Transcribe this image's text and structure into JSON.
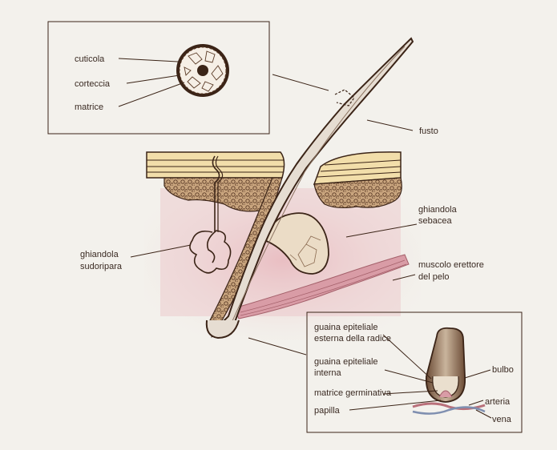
{
  "inset_cross_section": {
    "labels": {
      "cuticle": "cuticola",
      "cortex": "corteccia",
      "medulla": "matrice"
    }
  },
  "main_labels": {
    "shaft": "fusto",
    "sebaceous_gland_line1": "ghiandola",
    "sebaceous_gland_line2": "sebacea",
    "sweat_gland_line1": "ghiandola",
    "sweat_gland_line2": "sudoripara",
    "arrector_muscle_line1": "muscolo erettore",
    "arrector_muscle_line2": "del pelo"
  },
  "inset_bulb": {
    "labels": {
      "outer_sheath_line1": "guaina epiteliale",
      "outer_sheath_line2": "esterna della radice",
      "inner_sheath_line1": "guaina epiteliale",
      "inner_sheath_line2": "interna",
      "germinal_matrix": "matrice germinativa",
      "papilla": "papilla",
      "bulb": "bulbo",
      "artery": "arteria",
      "vein": "vena"
    }
  },
  "colors": {
    "background": "#f3f1ec",
    "outline": "#3b2417",
    "dermis_pink": "#e8b7bd",
    "epidermis_yellow": "#f2deaa",
    "gland_tan": "#c9a57e",
    "label_text": "#3a2a22"
  }
}
